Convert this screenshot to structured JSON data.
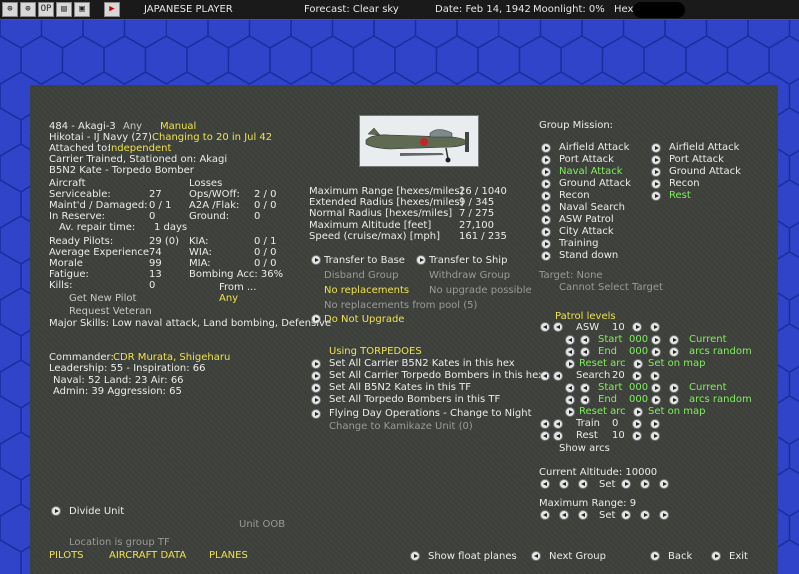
{
  "topbar": {
    "icon1": "⊕",
    "icon2": "⊕",
    "icon3": "OP",
    "icon4": "▤",
    "icon5": "▣",
    "icon6": "▶",
    "side": "JAPANESE PLAYER",
    "forecast": "Forecast: Clear sky",
    "date": "Date: Feb 14, 1942",
    "moonlight": "Moonlight: 0%",
    "hex": "Hex"
  },
  "unit": {
    "id_line": "484 - Akagi-3",
    "any": "Any",
    "manual": "Manual",
    "hikotai": "Hikotai - IJ Navy (27)",
    "changing": "Changing to 20 in Jul 42",
    "attached_label": "Attached to:",
    "attached_value": "Independent",
    "carrier": "Carrier Trained, Stationed on: Akagi",
    "model": "B5N2 Kate - Torpedo Bomber"
  },
  "aircraft": {
    "header": "Aircraft",
    "serviceable_l": "Serviceable:",
    "serviceable_v": "27",
    "maint_l": "Maint'd / Damaged:",
    "maint_v": "0 / 1",
    "reserve_l": "In Reserve:",
    "reserve_v": "0",
    "repair_l": "Av. repair time:",
    "repair_v": "1 days"
  },
  "losses": {
    "header": "Losses",
    "ops_l": "Ops/WOff:",
    "ops_v": "2 / 0",
    "a2a_l": "A2A /Flak:",
    "a2a_v": "0 / 0",
    "ground_l": "Ground:",
    "ground_v": "0"
  },
  "pilots": {
    "ready_l": "Ready Pilots:",
    "ready_v": "29 (0)",
    "exp_l": "Average Experience",
    "exp_v": "74",
    "morale_l": "Morale",
    "morale_v": "99",
    "fatigue_l": "Fatigue:",
    "fatigue_v": "13",
    "kills_l": "Kills:",
    "kills_v": "0",
    "kia_l": "KIA:",
    "kia_v": "0 / 1",
    "wia_l": "WIA:",
    "wia_v": "0 / 0",
    "mia_l": "MIA:",
    "mia_v": "0 / 0",
    "bomb_l": "Bombing Acc: 36%",
    "from_l": "From ...",
    "from_v": "Any",
    "new_pilot": "Get New Pilot",
    "veteran": "Request Veteran",
    "skills": "Major Skills: Low naval attack, Land bombing, Defensive"
  },
  "performance": {
    "range_l": "Maximum Range [hexes/miles]",
    "range_v": "26 / 1040",
    "ext_l": "Extended Radius [hexes/miles]",
    "ext_v": "9 / 345",
    "norm_l": "Normal Radius [hexes/miles]",
    "norm_v": "7 / 275",
    "alt_l": "Maximum Altitude [feet]",
    "alt_v": "27,100",
    "speed_l": "Speed (cruise/max) [mph]",
    "speed_v": "161 / 235"
  },
  "transfer": {
    "base": "Transfer to Base",
    "ship": "Transfer to Ship",
    "disband": "Disband Group",
    "withdraw": "Withdraw Group",
    "no_repl": "No replacements",
    "no_upgrade": "No upgrade possible",
    "no_repl_pool": "No replacements from pool (5)",
    "do_not_upgrade": "Do Not Upgrade"
  },
  "commander": {
    "name_l": "Commander:",
    "name_v": "CDR Murata, Shigeharu",
    "leadership": "Leadership: 55 - Inspiration: 66",
    "naval": "Naval: 52  Land: 23  Air: 66",
    "admin": "Admin: 39  Aggression: 65"
  },
  "weapons": {
    "using": "Using TORPEDOES",
    "opt1": "Set All Carrier B5N2 Kates in this hex",
    "opt2": "Set All Carrier Torpedo Bombers in this hex",
    "opt3": "Set All B5N2 Kates in this TF",
    "opt4": "Set All Torpedo Bombers in this TF",
    "flying_day": "Flying Day Operations - Change to Night",
    "kamikaze": "Change to Kamikaze Unit (0)"
  },
  "mission": {
    "header": "Group Mission:",
    "left": [
      "Airfield Attack",
      "Port Attack",
      "Naval Attack",
      "Ground Attack",
      "Recon",
      "Naval Search",
      "ASW Patrol",
      "City Attack",
      "Training",
      "Stand down"
    ],
    "right": [
      "Airfield Attack",
      "Port Attack",
      "Ground Attack",
      "Recon",
      "Rest"
    ],
    "target": "Target: None",
    "cannot": "Cannot Select Target"
  },
  "patrol": {
    "header": "Patrol levels",
    "asw": "ASW",
    "asw_v": "10",
    "start": "Start",
    "start_v": "000",
    "end": "End",
    "end_v": "000",
    "current": "Current",
    "arcs_random": "arcs random",
    "reset": "Reset arc",
    "set_map": "Set on map",
    "search": "Search",
    "search_v": "20",
    "train": "Train",
    "train_v": "0",
    "rest": "Rest",
    "rest_v": "10",
    "show_arcs": "Show arcs"
  },
  "altitude": {
    "label": "Current Altitude: 10000",
    "set": "Set",
    "range_label": "Maximum Range: 9"
  },
  "bottom": {
    "divide": "Divide Unit",
    "oob": "Unit OOB",
    "location": "Location is group TF",
    "pilots": "PILOTS",
    "aircraft_data": "AIRCRAFT DATA",
    "planes": "PLANES",
    "show_float": "Show float planes",
    "next_group": "Next Group",
    "back": "Back",
    "exit": "Exit"
  },
  "colors": {
    "hex_bg": "#2f44c8",
    "panel": "#3e403c",
    "yellow": "#f0e24a",
    "green": "#7ef05a"
  }
}
